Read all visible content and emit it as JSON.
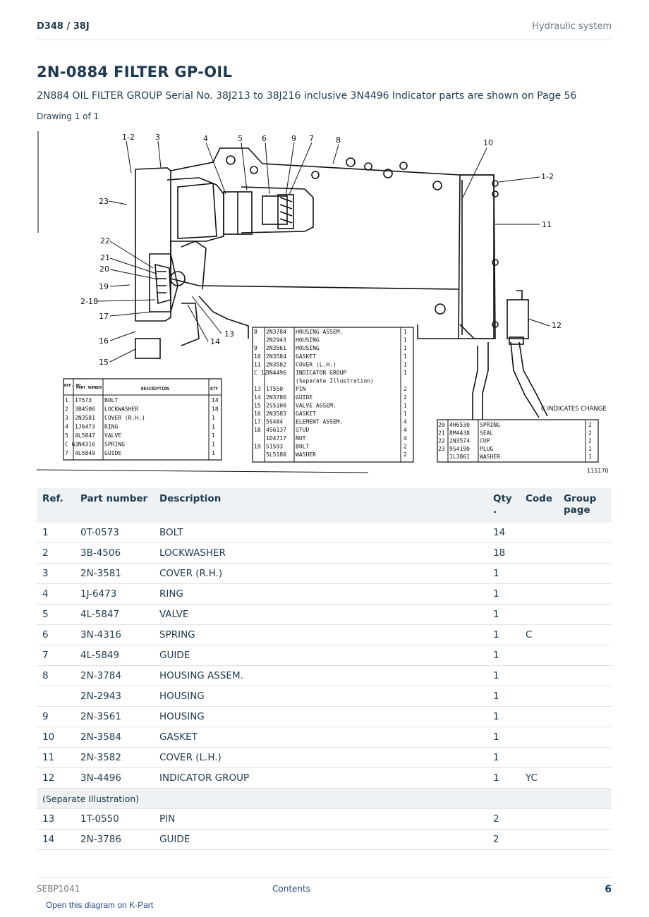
{
  "header": {
    "model": "D348  /  38J",
    "section": "Hydraulic system"
  },
  "title": "2N-0884 FILTER GP-OIL",
  "subtitle": "2N884 OIL FILTER GROUP Serial No. 38J213 to 38J216 inclusive 3N4496 Indicator parts are shown on Page 56",
  "drawing_label": "Drawing 1 of 1",
  "diagram": {
    "callouts": [
      "1-2",
      "3",
      "4",
      "5",
      "6",
      "9",
      "7",
      "8",
      "10",
      "1-2",
      "11",
      "23",
      "22",
      "21",
      "20",
      "19",
      "2-18",
      "17",
      "16",
      "15",
      "13",
      "14",
      "12"
    ],
    "drawing_number": "115170",
    "change_note": "C INDICATES CHANGE",
    "left_table": {
      "headers": [
        "REF. NO.",
        "PART NUMBER",
        "DESCRIPTION",
        "QTY"
      ],
      "rows": [
        [
          "1",
          "1T573",
          "BOLT",
          "14"
        ],
        [
          "2",
          "3B4506",
          "LOCKWASHER",
          "18"
        ],
        [
          "3",
          "2N3581",
          "COVER (R.H.)",
          "1"
        ],
        [
          "4",
          "1J6473",
          "RING",
          "1"
        ],
        [
          "5",
          "4L5847",
          "VALVE",
          "1"
        ],
        [
          "C 6",
          "3N4316",
          "SPRING",
          "1"
        ],
        [
          "7",
          "4L5849",
          "GUIDE",
          "1"
        ]
      ]
    },
    "middle_table": {
      "rows": [
        [
          "8",
          "2N3784",
          "HOUSING ASSEM.",
          "1"
        ],
        [
          "",
          "2N2943",
          "HOUSING",
          "1"
        ],
        [
          "9",
          "2N3561",
          "HOUSING",
          "1"
        ],
        [
          "10",
          "2N3584",
          "GASKET",
          "1"
        ],
        [
          "11",
          "2N3582",
          "COVER (L.H.)",
          "1"
        ],
        [
          "C 12",
          "3N4496",
          "INDICATOR GROUP",
          "1"
        ],
        [
          "",
          "",
          "(Separate Illustration)",
          ""
        ],
        [
          "13",
          "1T550",
          "PIN",
          "2"
        ],
        [
          "14",
          "2N3786",
          "GUIDE",
          "2"
        ],
        [
          "15",
          "2S5100",
          "VALVE ASSEM.",
          "1"
        ],
        [
          "16",
          "2N3583",
          "GASKET",
          "1"
        ],
        [
          "17",
          "5S484",
          "ELEMENT ASSEM.",
          "4"
        ],
        [
          "18",
          "4S6137",
          "STUD",
          "4"
        ],
        [
          "",
          "1D4717",
          "NUT",
          "4"
        ],
        [
          "19",
          "S1593",
          "BOLT",
          "2"
        ],
        [
          "",
          "5L5180",
          "WASHER",
          "2"
        ]
      ]
    },
    "right_table": {
      "rows": [
        [
          "20",
          "4H6530",
          "SPRING",
          "2"
        ],
        [
          "21",
          "8M4438",
          "SEAL",
          "2"
        ],
        [
          "22",
          "2N3574",
          "CUP",
          "2"
        ],
        [
          "23",
          "9S4190",
          "PLUG",
          "1"
        ],
        [
          "",
          "1L3861",
          "WASHER",
          "1"
        ]
      ]
    }
  },
  "table": {
    "headers": {
      "ref": "Ref.",
      "part": "Part number",
      "desc": "Description",
      "qty": "Qty\n.",
      "code": "Code",
      "group": "Group page"
    },
    "rows": [
      {
        "ref": "1",
        "part": "0T-0573",
        "desc": "BOLT",
        "qty": "14",
        "code": ""
      },
      {
        "ref": "2",
        "part": "3B-4506",
        "desc": "LOCKWASHER",
        "qty": "18",
        "code": ""
      },
      {
        "ref": "3",
        "part": "2N-3581",
        "desc": "COVER (R.H.)",
        "qty": "1",
        "code": ""
      },
      {
        "ref": "4",
        "part": "1J-6473",
        "desc": "RING",
        "qty": "1",
        "code": ""
      },
      {
        "ref": "5",
        "part": "4L-5847",
        "desc": "VALVE",
        "qty": "1",
        "code": ""
      },
      {
        "ref": "6",
        "part": "3N-4316",
        "desc": "SPRING",
        "qty": "1",
        "code": "C"
      },
      {
        "ref": "7",
        "part": "4L-5849",
        "desc": "GUIDE",
        "qty": "1",
        "code": ""
      },
      {
        "ref": "8",
        "part": "2N-3784",
        "desc": "HOUSING ASSEM.",
        "qty": "1",
        "code": ""
      },
      {
        "ref": "",
        "part": "2N-2943",
        "desc": "HOUSING",
        "qty": "1",
        "code": ""
      },
      {
        "ref": "9",
        "part": "2N-3561",
        "desc": "HOUSING",
        "qty": "1",
        "code": ""
      },
      {
        "ref": "10",
        "part": "2N-3584",
        "desc": "GASKET",
        "qty": "1",
        "code": ""
      },
      {
        "ref": "11",
        "part": "2N-3582",
        "desc": "COVER (L.H.)",
        "qty": "1",
        "code": ""
      },
      {
        "ref": "12",
        "part": "3N-4496",
        "desc": "INDICATOR GROUP",
        "qty": "1",
        "code": "YC"
      },
      {
        "note": "(Separate Illustration)"
      },
      {
        "ref": "13",
        "part": "1T-0550",
        "desc": "PIN",
        "qty": "2",
        "code": ""
      },
      {
        "ref": "14",
        "part": "2N-3786",
        "desc": "GUIDE",
        "qty": "2",
        "code": ""
      }
    ]
  },
  "footer": {
    "doc_id": "SEBP1041",
    "contents_link": "Contents",
    "page": "6"
  },
  "kpart_link": "Open this diagram on K-Part"
}
